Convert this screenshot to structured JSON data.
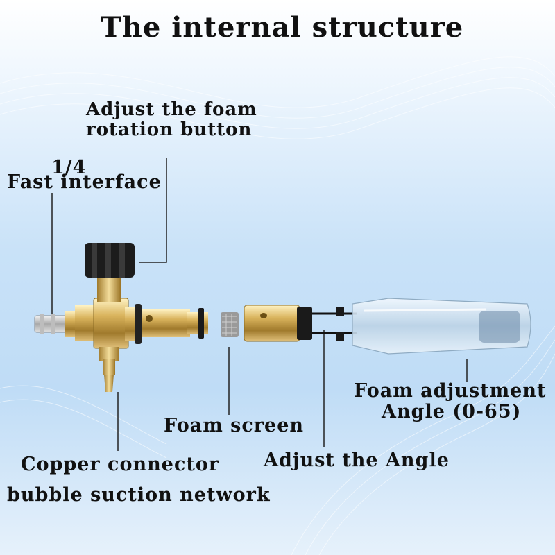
{
  "title": "The internal structure",
  "labels": {
    "rotation_button_1": "Adjust the foam",
    "rotation_button_2": "rotation button",
    "fast_interface_1": "1/4",
    "fast_interface_2": "Fast interface",
    "foam_adjustment_1": "Foam adjustment",
    "foam_adjustment_2": "Angle (0-65)",
    "foam_screen": "Foam screen",
    "adjust_angle": "Adjust the Angle",
    "copper_connector_1": "Copper connector",
    "copper_connector_2": "bubble suction network"
  },
  "colors": {
    "brass": "#c9a14a",
    "brass_dark": "#8a6a22",
    "knob": "#1a1a1a",
    "leader": "#222222",
    "bottle": "#d7e8f5"
  }
}
